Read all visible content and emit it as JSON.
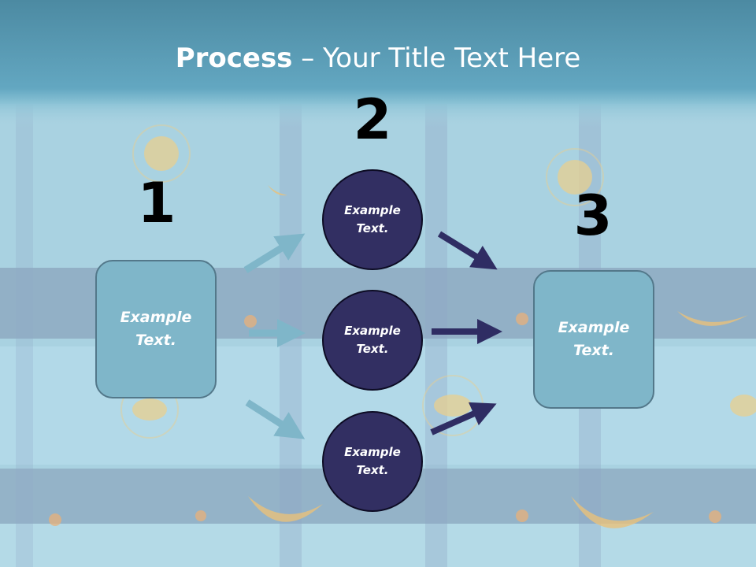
{
  "title": {
    "bold": "Process",
    "rest": " – Your Title Text Here"
  },
  "steps": [
    {
      "number": "1"
    },
    {
      "number": "2"
    },
    {
      "number": "3"
    }
  ],
  "boxes": {
    "left": {
      "text": "Example\nText."
    },
    "right": {
      "text": "Example\nText."
    }
  },
  "circles": [
    {
      "text": "Example\nText."
    },
    {
      "text": "Example\nText."
    },
    {
      "text": "Example\nText."
    }
  ],
  "colors": {
    "header": "#4f93ad",
    "background": "#a9d2e1",
    "box_fill": "#7fb6c9",
    "circle_fill": "#322f62",
    "light_arrow": "#7fb6c9",
    "dark_arrow": "#2f2d63"
  }
}
